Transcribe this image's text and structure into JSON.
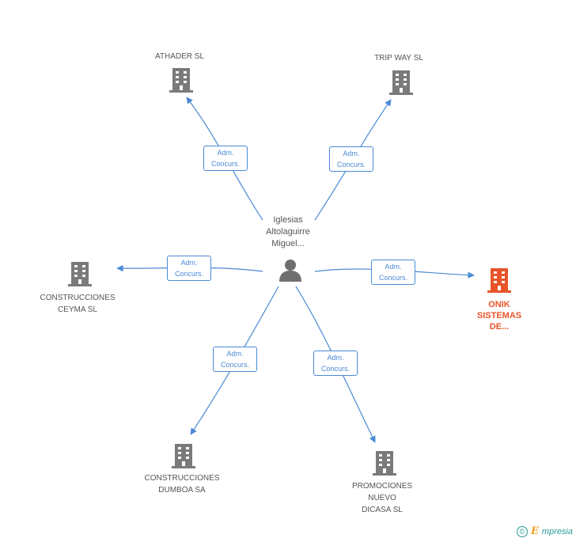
{
  "center": {
    "label": "Iglesias\nAltolaguirre\nMiguel..."
  },
  "relation_label": "Adm.\nConcurs.",
  "companies": [
    {
      "id": "athader",
      "label": "ATHADER SL",
      "highlight": false
    },
    {
      "id": "tripway",
      "label": "TRIP WAY SL",
      "highlight": false
    },
    {
      "id": "ceyma",
      "label": "CONSTRUCCIONES\nCEYMA SL",
      "highlight": false
    },
    {
      "id": "onik",
      "label": "ONIK\nSISTEMAS\nDE...",
      "highlight": true
    },
    {
      "id": "dumboa",
      "label": "CONSTRUCCIONES\nDUMBOA SA",
      "highlight": false
    },
    {
      "id": "dicasa",
      "label": "PROMOCIONES\nNUEVO\nDICASA SL",
      "highlight": false
    }
  ],
  "colors": {
    "edge": "#4a8ad6",
    "building": "#7a7a7a",
    "highlight": "#e8542a",
    "person": "#6f6f6f"
  },
  "footer": {
    "copyright_symbol": "©",
    "brand_initial": "E",
    "brand_rest": "mpresia"
  }
}
